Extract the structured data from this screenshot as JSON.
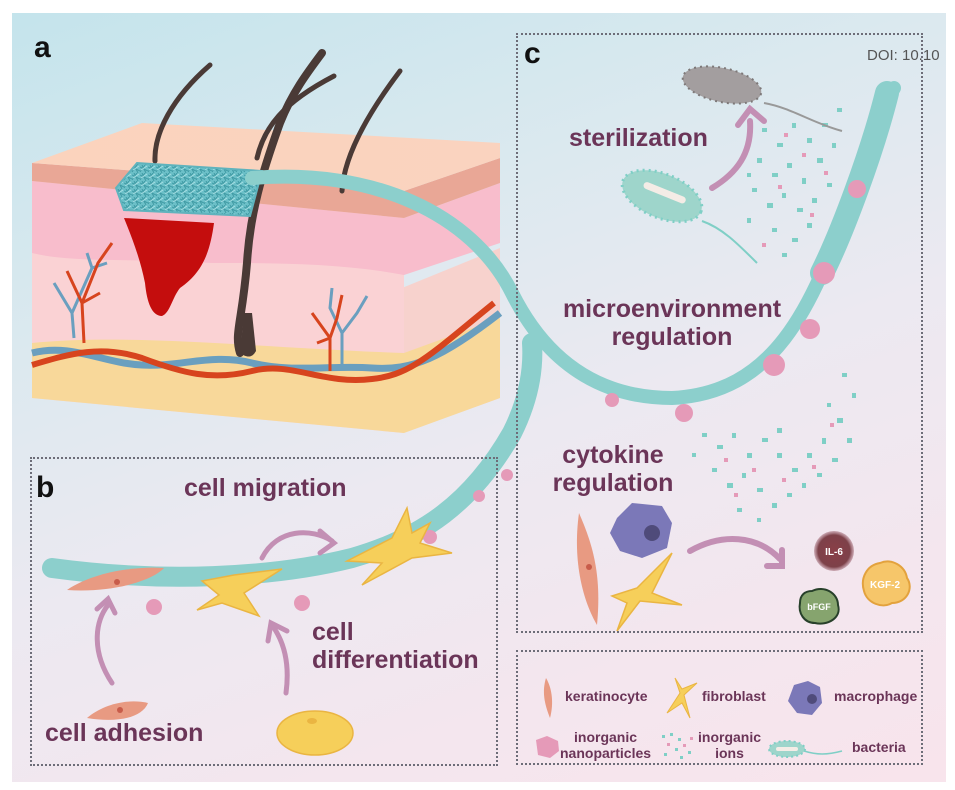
{
  "figure": {
    "doi_text": "DOI: 10.10",
    "panels": {
      "a": {
        "letter": "a"
      },
      "b": {
        "letter": "b",
        "labels": {
          "cell_migration": "cell migration",
          "cell_differentiation_line1": "cell",
          "cell_differentiation_line2": "differentiation",
          "cell_adhesion": "cell adhesion"
        }
      },
      "c": {
        "letter": "c",
        "labels": {
          "sterilization": "sterilization",
          "microenvironment_line1": "microenvironment",
          "microenvironment_line2": "regulation",
          "cytokine_line1": "cytokine",
          "cytokine_line2": "regulation"
        },
        "cytokines": [
          "IL-6",
          "KGF-2",
          "bFGF"
        ]
      }
    },
    "legend": {
      "items": [
        {
          "icon": "keratinocyte-icon",
          "label_line1": "keratinocyte",
          "label_line2": ""
        },
        {
          "icon": "fibroblast-icon",
          "label_line1": "fibroblast",
          "label_line2": ""
        },
        {
          "icon": "macrophage-icon",
          "label_line1": "macrophage",
          "label_line2": ""
        },
        {
          "icon": "nanoparticle-icon",
          "label_line1": "inorganic",
          "label_line2": "nanoparticles"
        },
        {
          "icon": "inorganic-ions-icon",
          "label_line1": "inorganic",
          "label_line2": "ions"
        },
        {
          "icon": "bacteria-icon",
          "label_line1": "bacteria",
          "label_line2": ""
        }
      ]
    },
    "colors": {
      "label_text": "#6b3558",
      "scaffold_fiber": "#8ccfcc",
      "nanoparticle": "#e59ab8",
      "arrow": "#c38fb4",
      "keratinocyte": "#e89a82",
      "fibroblast": "#f6cf5a",
      "macrophage": "#7b78b8",
      "blood_red": "#c40d0d"
    }
  }
}
